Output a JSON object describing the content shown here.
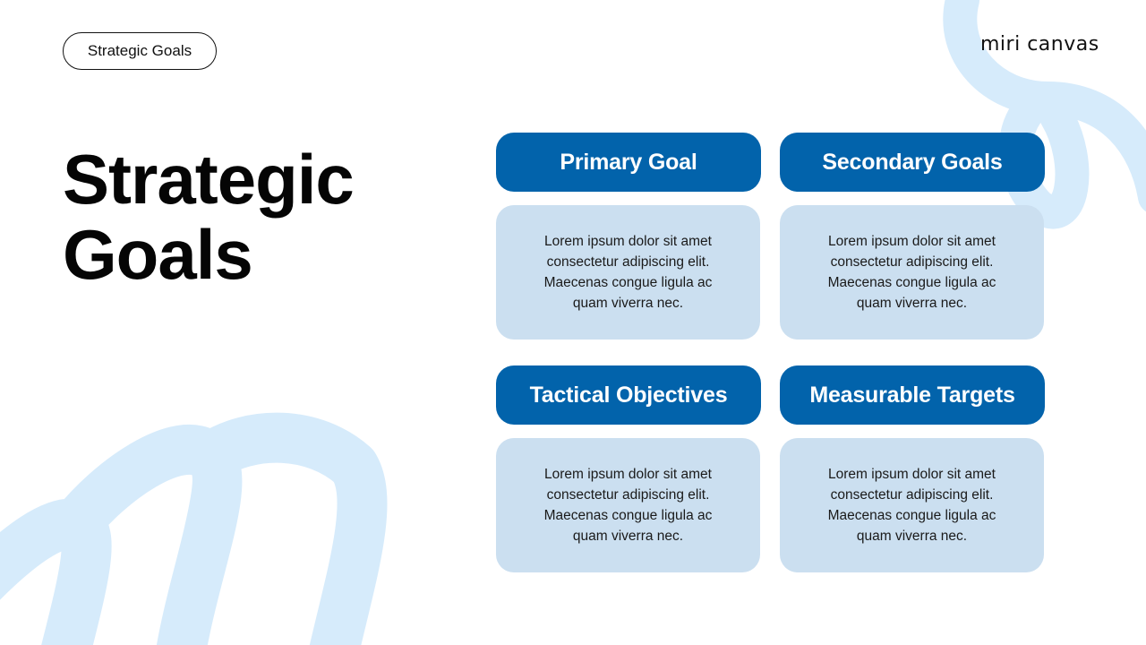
{
  "slide": {
    "tag_label": "Strategic Goals",
    "brand": "miri canvas",
    "title_line1": "Strategic",
    "title_line2": "Goals"
  },
  "cards": [
    {
      "title": "Primary Goal",
      "body": "Lorem ipsum dolor sit amet consectetur adipiscing elit. Maecenas congue ligula ac quam viverra nec."
    },
    {
      "title": "Secondary Goals",
      "body": "Lorem ipsum dolor sit amet consectetur adipiscing elit. Maecenas congue ligula ac quam viverra nec."
    },
    {
      "title": "Tactical Objectives",
      "body": "Lorem ipsum dolor sit amet consectetur adipiscing elit. Maecenas congue ligula ac quam viverra nec."
    },
    {
      "title": "Measurable Targets",
      "body": "Lorem ipsum dolor sit amet consectetur adipiscing elit. Maecenas congue ligula ac quam viverra nec."
    }
  ],
  "colors": {
    "header_bg": "#0263ab",
    "body_bg": "#cbdff0",
    "decoration": "#d6ebfb"
  }
}
